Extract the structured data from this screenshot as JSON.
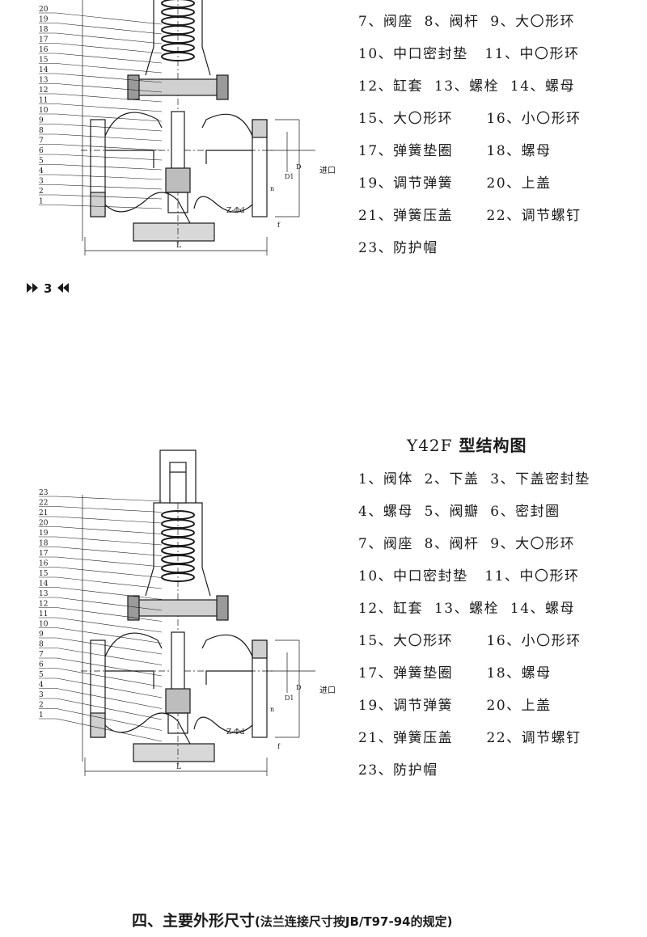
{
  "section1": {
    "part_lines": [
      "7、阀座  8、阀杆  9、大〇形环",
      "10、中口密封垫   11、中〇形环",
      "12、缸套  13、螺栓  14、螺母",
      "15、大〇形环      16、小〇形环",
      "17、弹簧垫圈      18、螺母",
      "19、调节弹簧      20、上盖",
      "21、弹簧压盖      22、调节螺钉",
      "23、防护帽"
    ],
    "callouts": [
      "20",
      "19",
      "18",
      "17",
      "16",
      "15",
      "14",
      "13",
      "12",
      "11",
      "10",
      "9",
      "8",
      "7",
      "6",
      "5",
      "4",
      "3",
      "2",
      "1"
    ],
    "dim_labels": {
      "inlet": "进口",
      "z_phi_d": "Z-Φd",
      "L": "L",
      "n": "n",
      "f": "f",
      "D": "D",
      "D1": "D1"
    }
  },
  "page_marker": {
    "number": "3"
  },
  "section2": {
    "title_model": "Y42F",
    "title_text": "型结构图",
    "part_lines": [
      "1、阀体  2、下盖  3、下盖密封垫",
      "4、螺母  5、阀瓣  6、密封圈",
      "7、阀座  8、阀杆  9、大〇形环",
      "10、中口密封垫   11、中〇形环",
      "12、缸套  13、螺栓  14、螺母",
      "15、大〇形环      16、小〇形环",
      "17、弹簧垫圈      18、螺母",
      "19、调节弹簧      20、上盖",
      "21、弹簧压盖      22、调节螺钉",
      "23、防护帽"
    ],
    "callouts": [
      "23",
      "22",
      "21",
      "20",
      "19",
      "18",
      "17",
      "16",
      "15",
      "14",
      "13",
      "12",
      "11",
      "10",
      "9",
      "8",
      "7",
      "6",
      "5",
      "4",
      "3",
      "2",
      "1"
    ],
    "dim_labels": {
      "inlet": "进口",
      "z_phi_d": "Z-Φd",
      "L": "L",
      "n": "n",
      "f": "f",
      "D": "D",
      "D1": "D1"
    }
  },
  "dimensions_heading": {
    "main": "四、主要外形尺寸",
    "sub": "(法兰连接尺寸按JB/T97-94的规定)"
  }
}
